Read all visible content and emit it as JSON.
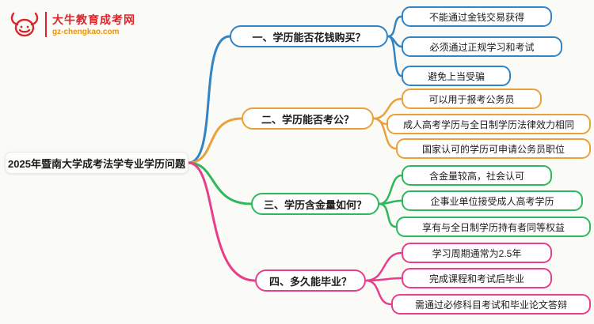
{
  "page": {
    "background": "#fafaf7"
  },
  "logo": {
    "icon": "bull-icon",
    "title": "大牛教育成考网",
    "subtitle": "gz-chengkao.com",
    "title_color": "#d9252b",
    "subtitle_color": "#e8930c"
  },
  "root": {
    "label": "2025年暨南大学成考法学专业学历问题"
  },
  "branches": [
    {
      "label": "一、学历能否花钱购买？",
      "color": "#3284c4",
      "children": [
        "不能通过金钱交易获得",
        "必须通过正规学习和考试",
        "避免上当受骗"
      ]
    },
    {
      "label": "二、学历能否考公？",
      "color": "#e9a23b",
      "children": [
        "可以用于报考公务员",
        "成人高考学历与全日制学历法律效力相同",
        "国家认可的学历可申请公务员职位"
      ]
    },
    {
      "label": "三、学历含金量如何？",
      "color": "#2eb85c",
      "children": [
        "含金量较高，社会认可",
        "企事业单位接受成人高考学历",
        "享有与全日制学历持有者同等权益"
      ]
    },
    {
      "label": "四、多久能毕业？",
      "color": "#e83e8c",
      "children": [
        "学习周期通常为2.5年",
        "完成课程和考试后毕业",
        "需通过必修科目考试和毕业论文答辩"
      ]
    }
  ]
}
